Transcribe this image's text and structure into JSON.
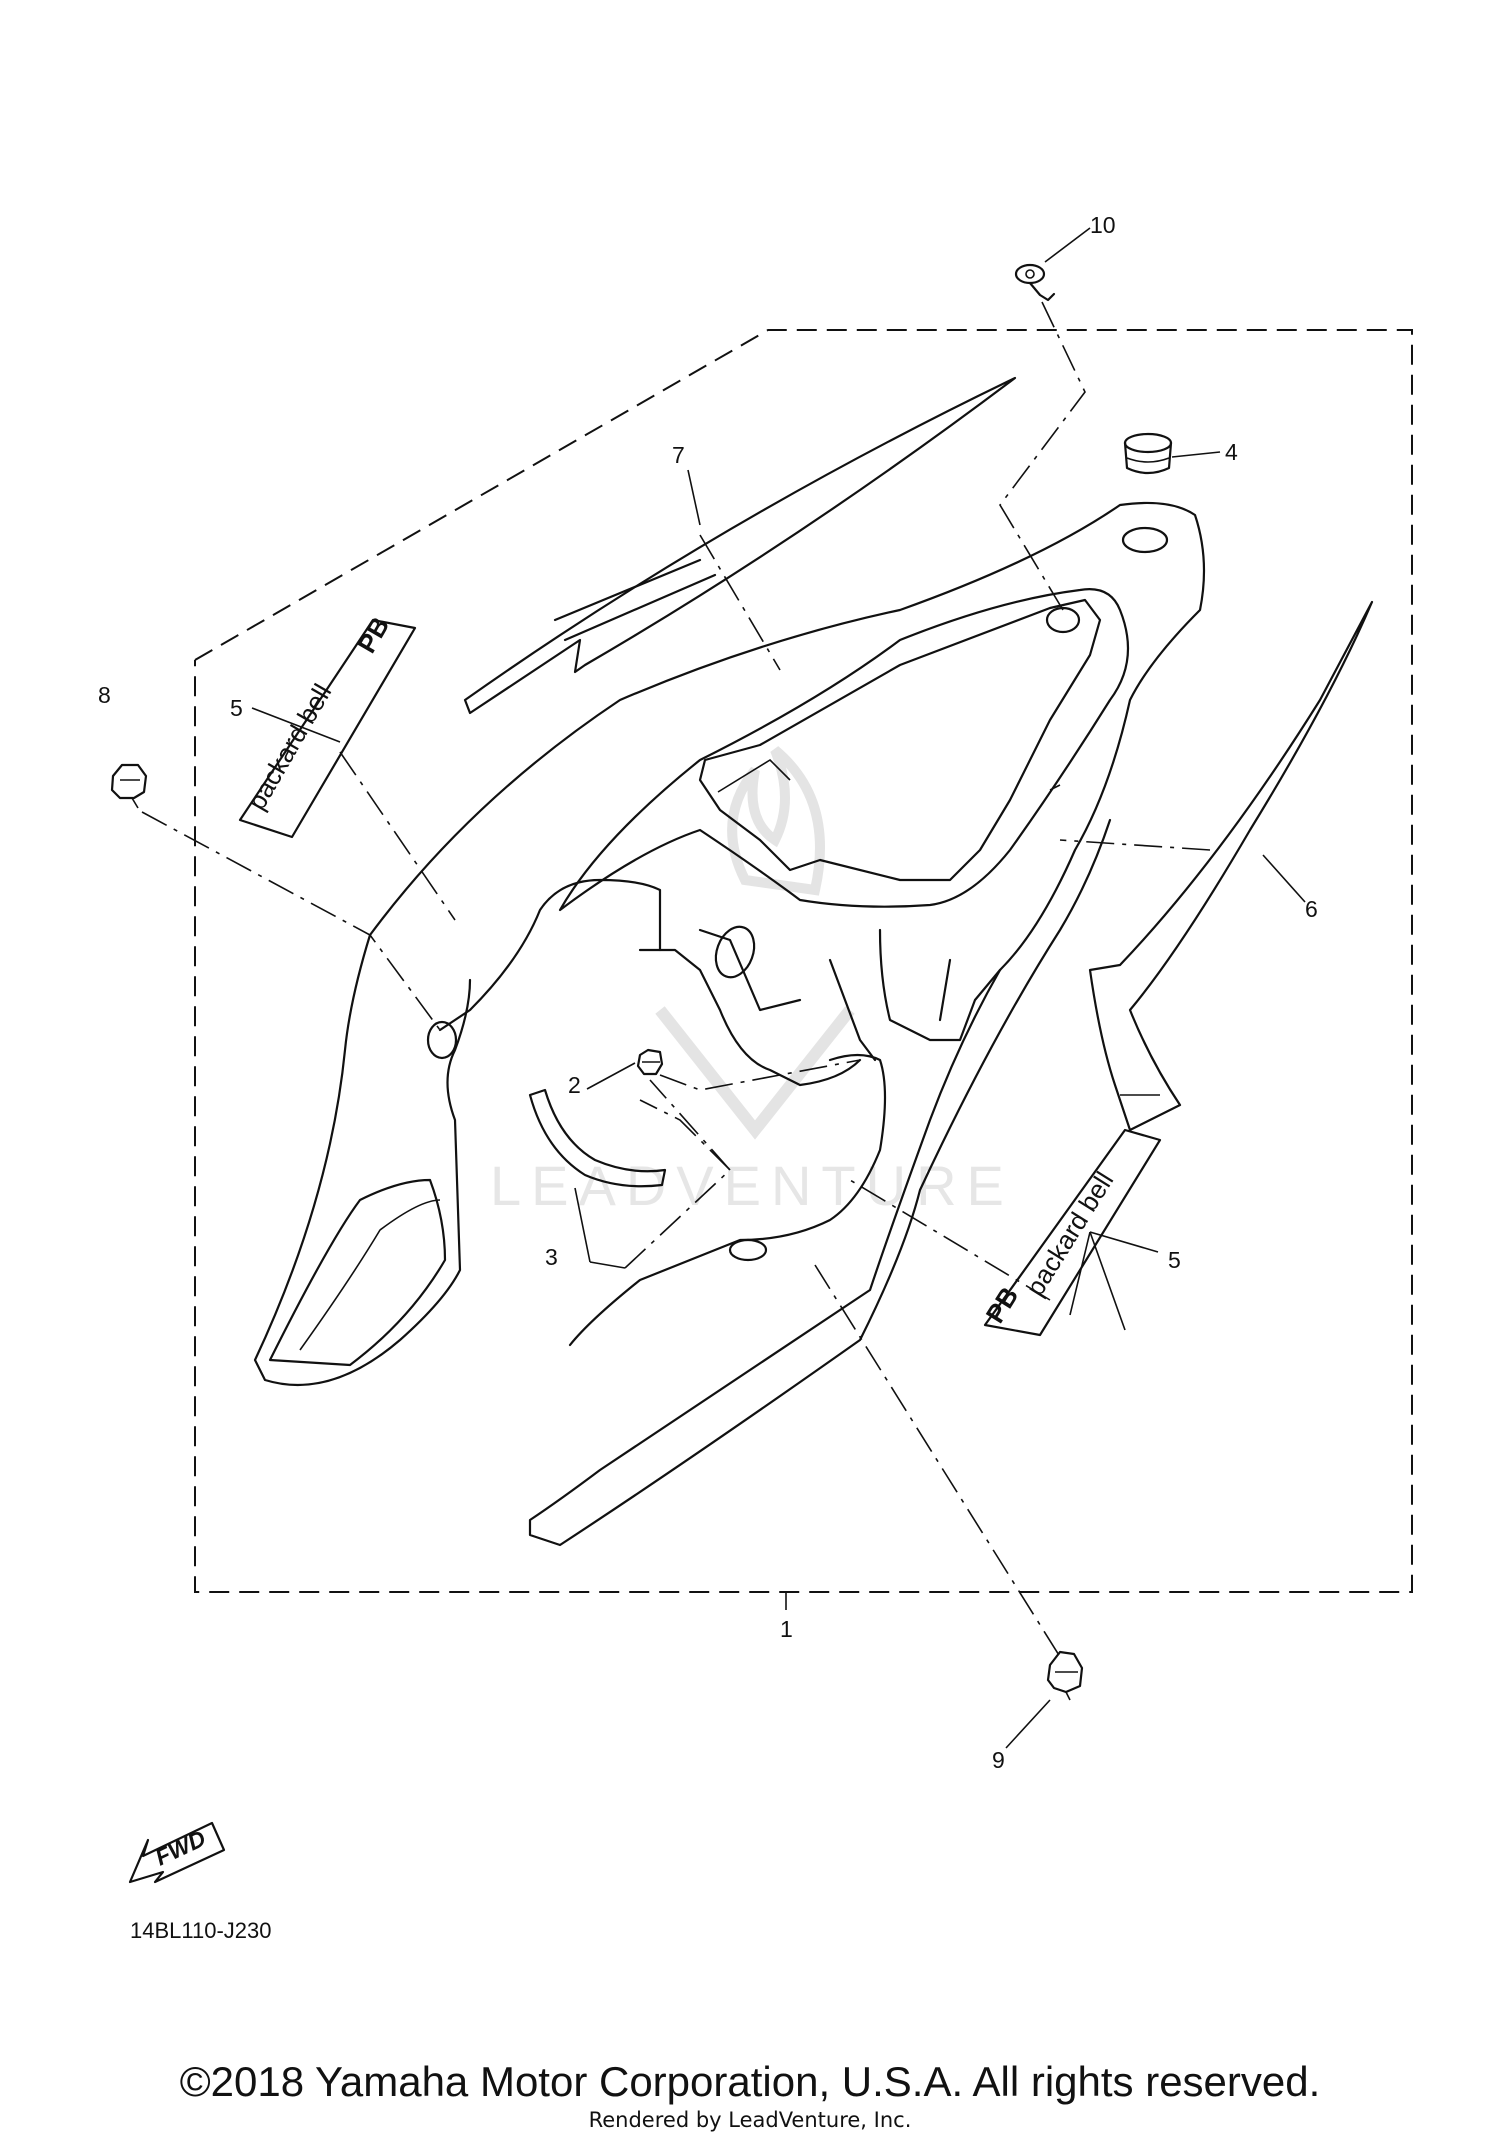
{
  "diagram": {
    "callouts": [
      {
        "id": 1,
        "label": "1"
      },
      {
        "id": 2,
        "label": "2"
      },
      {
        "id": 3,
        "label": "3"
      },
      {
        "id": 4,
        "label": "4"
      },
      {
        "id": 5,
        "label": "5"
      },
      {
        "id": 6,
        "label": "6"
      },
      {
        "id": 7,
        "label": "7"
      },
      {
        "id": 8,
        "label": "8"
      },
      {
        "id": 9,
        "label": "9"
      },
      {
        "id": 10,
        "label": "10"
      }
    ],
    "decal_text": "packard bell",
    "decal_logo": "PB",
    "fwd_label": "FWD",
    "watermark": "LEADVENTURE"
  },
  "footer": {
    "diagram_code": "14BL110-J230",
    "copyright": "©2018 Yamaha Motor Corporation, U.S.A. All rights reserved.",
    "rendered_by": "Rendered by LeadVenture, Inc."
  }
}
